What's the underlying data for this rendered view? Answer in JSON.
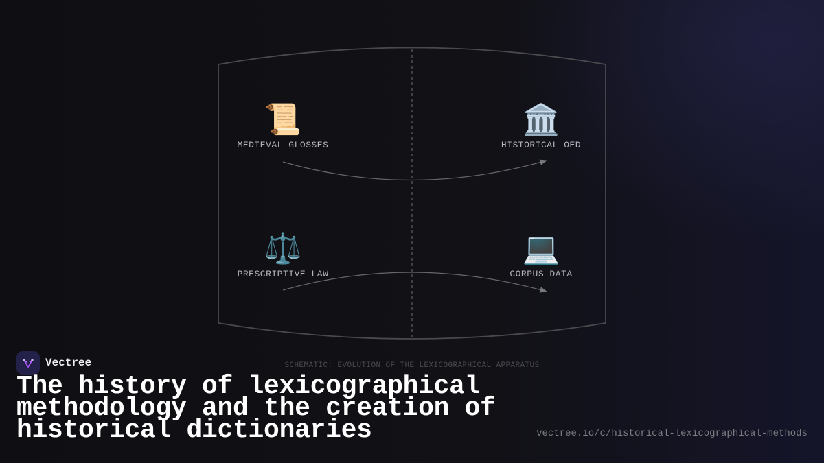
{
  "diagram": {
    "nodes": {
      "medieval": {
        "icon": "scroll-icon",
        "emoji": "📜",
        "label": "MEDIEVAL GLOSSES"
      },
      "oed": {
        "icon": "classical-building-icon",
        "emoji": "🏛️",
        "label": "HISTORICAL OED"
      },
      "law": {
        "icon": "scales-icon",
        "emoji": "⚖️",
        "label": "PRESCRIPTIVE LAW"
      },
      "corpus": {
        "icon": "laptop-icon",
        "emoji": "💻",
        "label": "CORPUS DATA"
      }
    },
    "caption": "SCHEMATIC: EVOLUTION OF THE LEXICOGRAPHICAL APPARATUS",
    "colors": {
      "outline": "#4a4a4e",
      "divider": "#55555a",
      "arrow": "#66666b"
    }
  },
  "brand": {
    "name": "Vectree",
    "logo_icon": "vectree-logo-icon",
    "logo_bg": "#23214a",
    "logo_accent": "#a855f7"
  },
  "title": "The history of lexicographical methodology and the creation of historical dictionaries",
  "url": "vectree.io/c/historical-lexicographical-methods"
}
